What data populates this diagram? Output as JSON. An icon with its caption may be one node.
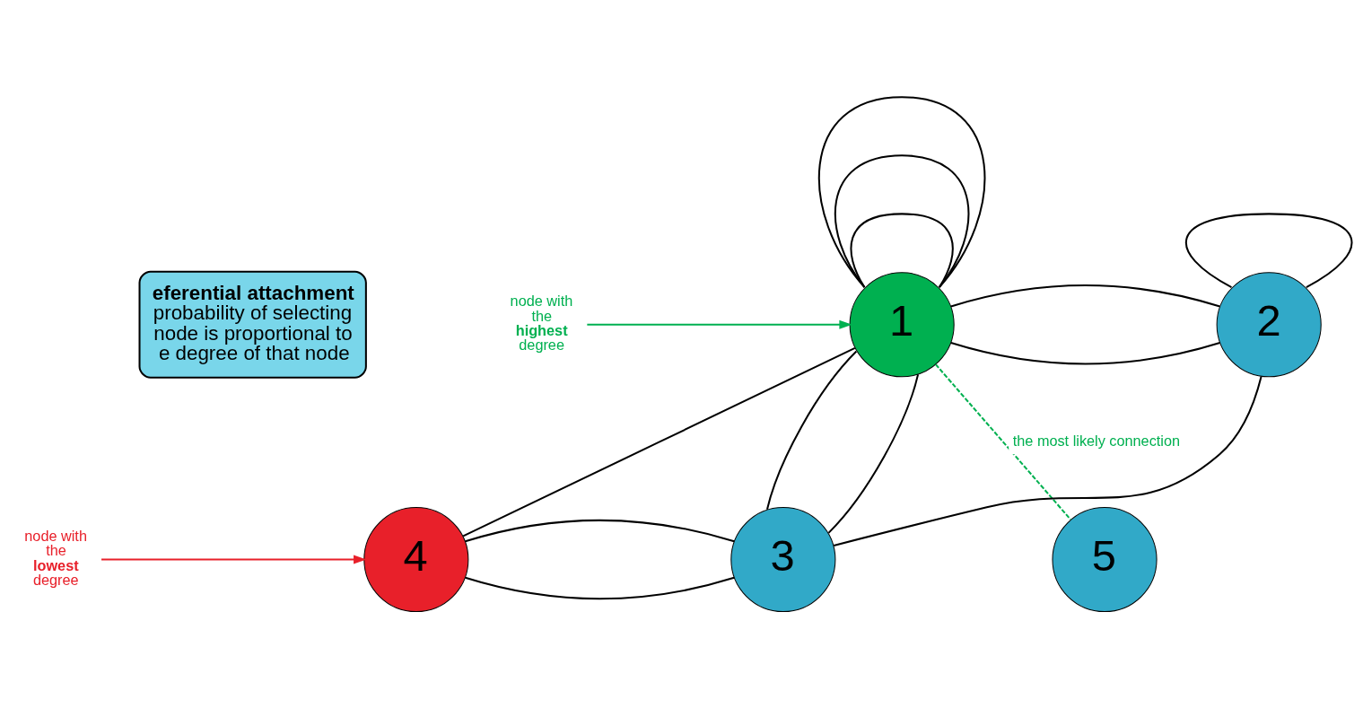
{
  "diagram": {
    "nodes": [
      {
        "text": [
          "eferential attachment",
          "probability of selecting node is proportional to e degree of that node"
        ]
      },
      {
        "text": [
          "1"
        ]
      },
      {
        "text": [
          "2"
        ]
      },
      {
        "text": [
          "3"
        ]
      },
      {
        "text": [
          "4"
        ]
      },
      {
        "text": [
          "5"
        ]
      },
      {
        "text": [
          "node with the **highest** degree"
        ]
      },
      {
        "text": [
          "node with the **lowest** degree"
        ]
      }
    ],
    "edges": [
      {
        "from": 1,
        "to": 1,
        "arrow": "none"
      },
      {
        "from": 1,
        "to": 1,
        "arrow": "none"
      },
      {
        "from": 1,
        "to": 1,
        "arrow": "none"
      },
      {
        "from": 2,
        "to": 2,
        "arrow": "none"
      },
      {
        "from": 1,
        "to": 2,
        "arrow": "none"
      },
      {
        "from": 1,
        "to": 2,
        "arrow": "none"
      },
      {
        "from": 1,
        "to": 3,
        "arrow": "none"
      },
      {
        "from": 1,
        "to": 3,
        "arrow": "none"
      },
      {
        "from": 1,
        "to": 4,
        "arrow": "none"
      },
      {
        "from": 4,
        "to": 3,
        "arrow": "none"
      },
      {
        "from": 4,
        "to": 3,
        "arrow": "none"
      },
      {
        "from": 2,
        "to": 3,
        "arrow": "none"
      },
      {
        "from": 1,
        "to": 5,
        "arrow": "none",
        "label": "the most likely connection",
        "style": "dashed",
        "color": "#00b050"
      },
      {
        "from": 6,
        "to": 1,
        "arrow": "to",
        "color": "#00b050"
      },
      {
        "from": 7,
        "to": 4,
        "arrow": "to",
        "color": "#e8202a"
      }
    ]
  }
}
